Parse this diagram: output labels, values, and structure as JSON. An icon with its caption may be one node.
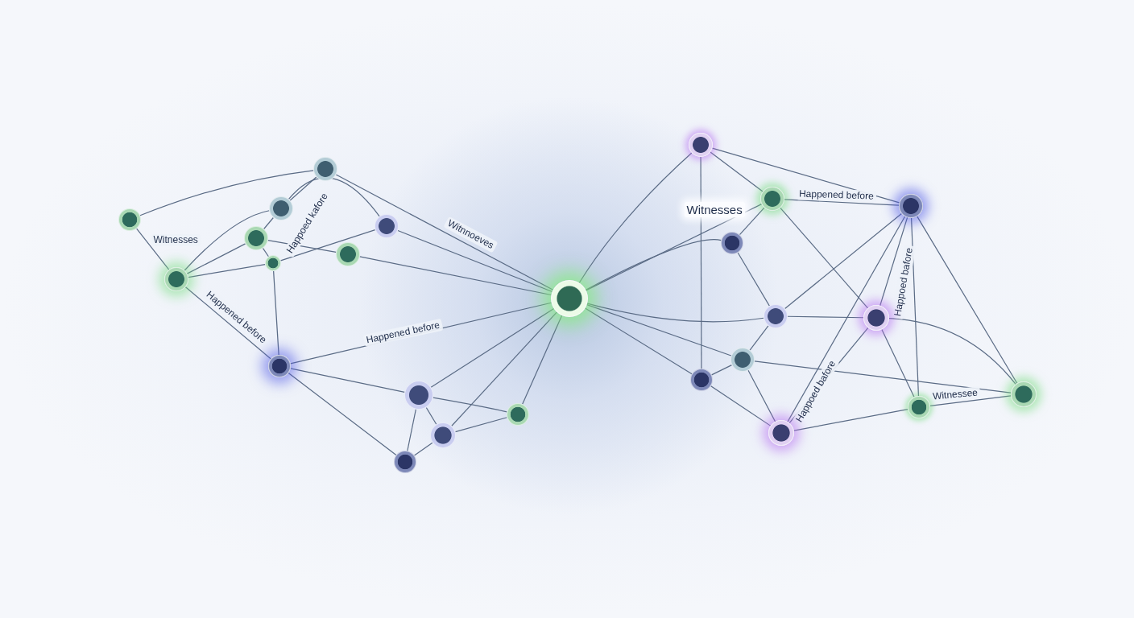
{
  "diagram": {
    "nodes": [
      {
        "text": [],
        "shape": "circle"
      },
      {
        "text": [],
        "shape": "circle"
      },
      {
        "text": [],
        "shape": "circle"
      },
      {
        "text": [],
        "shape": "circle"
      },
      {
        "text": [],
        "shape": "circle"
      },
      {
        "text": [],
        "shape": "circle"
      },
      {
        "text": [],
        "shape": "circle"
      },
      {
        "text": [],
        "shape": "circle"
      },
      {
        "text": [],
        "shape": "circle"
      },
      {
        "text": [],
        "shape": "circle"
      },
      {
        "text": [],
        "shape": "circle"
      },
      {
        "text": [],
        "shape": "circle"
      },
      {
        "text": [],
        "shape": "circle"
      },
      {
        "text": [],
        "shape": "circle"
      },
      {
        "text": [],
        "shape": "circle"
      },
      {
        "text": [],
        "shape": "circle"
      },
      {
        "text": [],
        "shape": "circle"
      },
      {
        "text": [],
        "shape": "circle"
      },
      {
        "text": [],
        "shape": "circle"
      },
      {
        "text": [],
        "shape": "circle"
      },
      {
        "text": [],
        "shape": "circle"
      },
      {
        "text": [],
        "shape": "circle"
      },
      {
        "text": [],
        "shape": "circle"
      },
      {
        "text": [],
        "shape": "circle"
      },
      {
        "text": [],
        "shape": "circle"
      }
    ],
    "edges": [
      {
        "from": 0,
        "to": 1,
        "arrow": "none"
      },
      {
        "from": 0,
        "to": 7,
        "arrow": "none",
        "label": "Witnesses"
      },
      {
        "from": 1,
        "to": 2,
        "arrow": "none",
        "label": "Happoed kafore"
      },
      {
        "from": 2,
        "to": 3,
        "arrow": "none"
      },
      {
        "from": 7,
        "to": 2,
        "arrow": "none"
      },
      {
        "from": 2,
        "to": 5,
        "arrow": "none"
      },
      {
        "from": 7,
        "to": 3,
        "arrow": "none"
      },
      {
        "from": 7,
        "to": 4,
        "arrow": "none"
      },
      {
        "from": 3,
        "to": 4,
        "arrow": "none"
      },
      {
        "from": 3,
        "to": 6,
        "arrow": "none"
      },
      {
        "from": 4,
        "to": 5,
        "arrow": "none"
      },
      {
        "from": 4,
        "to": 8,
        "arrow": "none"
      },
      {
        "from": 1,
        "to": 13,
        "arrow": "none",
        "label": "Witnnoeves"
      },
      {
        "from": 5,
        "to": 13,
        "arrow": "none"
      },
      {
        "from": 6,
        "to": 13,
        "arrow": "none"
      },
      {
        "from": 7,
        "to": 8,
        "arrow": "none",
        "label": "Happened before"
      },
      {
        "from": 8,
        "to": 13,
        "arrow": "none",
        "label": "Happened before"
      },
      {
        "from": 8,
        "to": 9,
        "arrow": "none"
      },
      {
        "from": 8,
        "to": 12,
        "arrow": "none"
      },
      {
        "from": 9,
        "to": 13,
        "arrow": "none"
      },
      {
        "from": 9,
        "to": 11,
        "arrow": "none"
      },
      {
        "from": 9,
        "to": 10,
        "arrow": "none"
      },
      {
        "from": 11,
        "to": 10,
        "arrow": "none"
      },
      {
        "from": 12,
        "to": 11,
        "arrow": "none"
      },
      {
        "from": 12,
        "to": 9,
        "arrow": "none"
      },
      {
        "from": 11,
        "to": 13,
        "arrow": "none"
      },
      {
        "from": 10,
        "to": 13,
        "arrow": "none"
      },
      {
        "from": 13,
        "to": 14,
        "arrow": "none"
      },
      {
        "from": 13,
        "to": 15,
        "arrow": "none",
        "label": "Witnesses"
      },
      {
        "from": 13,
        "to": 16,
        "arrow": "none"
      },
      {
        "from": 13,
        "to": 18,
        "arrow": "none"
      },
      {
        "from": 13,
        "to": 20,
        "arrow": "none"
      },
      {
        "from": 13,
        "to": 21,
        "arrow": "none"
      },
      {
        "from": 14,
        "to": 21,
        "arrow": "none"
      },
      {
        "from": 14,
        "to": 15,
        "arrow": "none"
      },
      {
        "from": 14,
        "to": 17,
        "arrow": "none"
      },
      {
        "from": 15,
        "to": 17,
        "arrow": "none",
        "label": "Happened before"
      },
      {
        "from": 15,
        "to": 16,
        "arrow": "none"
      },
      {
        "from": 15,
        "to": 19,
        "arrow": "none"
      },
      {
        "from": 16,
        "to": 18,
        "arrow": "none"
      },
      {
        "from": 18,
        "to": 17,
        "arrow": "none"
      },
      {
        "from": 18,
        "to": 19,
        "arrow": "none"
      },
      {
        "from": 18,
        "to": 20,
        "arrow": "none"
      },
      {
        "from": 20,
        "to": 21,
        "arrow": "none"
      },
      {
        "from": 20,
        "to": 22,
        "arrow": "none"
      },
      {
        "from": 20,
        "to": 24,
        "arrow": "none"
      },
      {
        "from": 21,
        "to": 22,
        "arrow": "none"
      },
      {
        "from": 22,
        "to": 17,
        "arrow": "none",
        "label": "Happoed bafore"
      },
      {
        "from": 22,
        "to": 19,
        "arrow": "none"
      },
      {
        "from": 22,
        "to": 23,
        "arrow": "none"
      },
      {
        "from": 19,
        "to": 17,
        "arrow": "none",
        "label": "Happoed bafore"
      },
      {
        "from": 19,
        "to": 23,
        "arrow": "none"
      },
      {
        "from": 19,
        "to": 24,
        "arrow": "none"
      },
      {
        "from": 17,
        "to": 23,
        "arrow": "none"
      },
      {
        "from": 17,
        "to": 24,
        "arrow": "none"
      },
      {
        "from": 23,
        "to": 24,
        "arrow": "none",
        "label": "Witnessee"
      }
    ]
  }
}
